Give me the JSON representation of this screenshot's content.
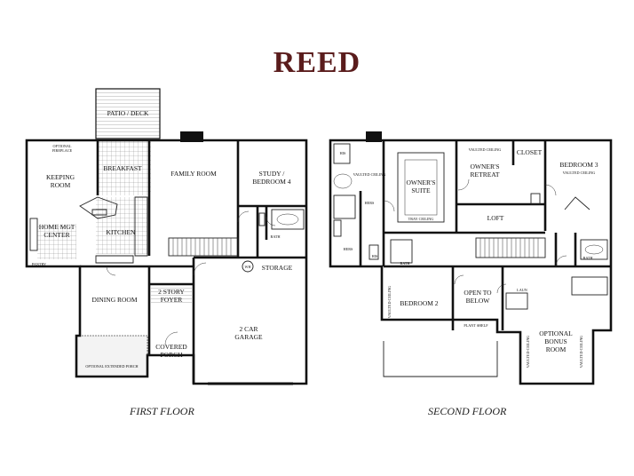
{
  "title": "REED",
  "captions": {
    "first_floor": "FIRST FLOOR",
    "second_floor": "SECOND FLOOR"
  },
  "first_floor": {
    "patio": "PATIO / DECK",
    "optional_fireplace_1": "OPTIONAL",
    "optional_fireplace_2": "FIREPLACE",
    "breakfast": "BREAKFAST",
    "keeping_1": "KEEPING",
    "keeping_2": "ROOM",
    "family_room": "FAMILY ROOM",
    "study_1": "STUDY /",
    "study_2": "BEDROOM 4",
    "home_mgt_1": "HOME MGT",
    "home_mgt_2": "CENTER",
    "kitchen": "KITCHEN",
    "bath": "BATH",
    "pantry": "PANTRY",
    "wh": "WH",
    "storage": "STORAGE",
    "dining_room": "DINING ROOM",
    "foyer_1": "2 STORY",
    "foyer_2": "FOYER",
    "garage_1": "2 CAR",
    "garage_2": "GARAGE",
    "porch_1": "COVERED",
    "porch_2": "PORCH",
    "ext_porch": "OPTIONAL EXTENDED PORCH"
  },
  "second_floor": {
    "his_1": "HIS",
    "vaulted_ceiling_1": "VAULTED CEILING",
    "owners_suite_1": "OWNER'S",
    "owners_suite_2": "SUITE",
    "tray_ceiling": "TRAY CEILING",
    "hers_1": "HERS",
    "vaulted_ceiling_2": "VAULTED CEILING",
    "closet": "CLOSET",
    "owners_retreat_1": "OWNER'S",
    "owners_retreat_2": "RETREAT",
    "bedroom_3": "BEDROOM 3",
    "vaulted_ceiling_3": "VAULTED CEILING",
    "loft": "LOFT",
    "hers_2": "HERS",
    "his_2": "HIS",
    "bath_1": "BATH",
    "bath_2": "BATH",
    "vaulted_ceiling_4": "VAULTED CEILING",
    "bedroom_2": "BEDROOM 2",
    "open_below_1": "OPEN TO",
    "open_below_2": "BELOW",
    "plant_shelf": "PLANT SHELF",
    "laun": "LAUN",
    "bonus_1": "OPTIONAL",
    "bonus_2": "BONUS",
    "bonus_3": "ROOM",
    "vaulted_ceiling_5": "VAULTED CEILING",
    "vaulted_ceiling_6": "VAULTED CEILING"
  }
}
